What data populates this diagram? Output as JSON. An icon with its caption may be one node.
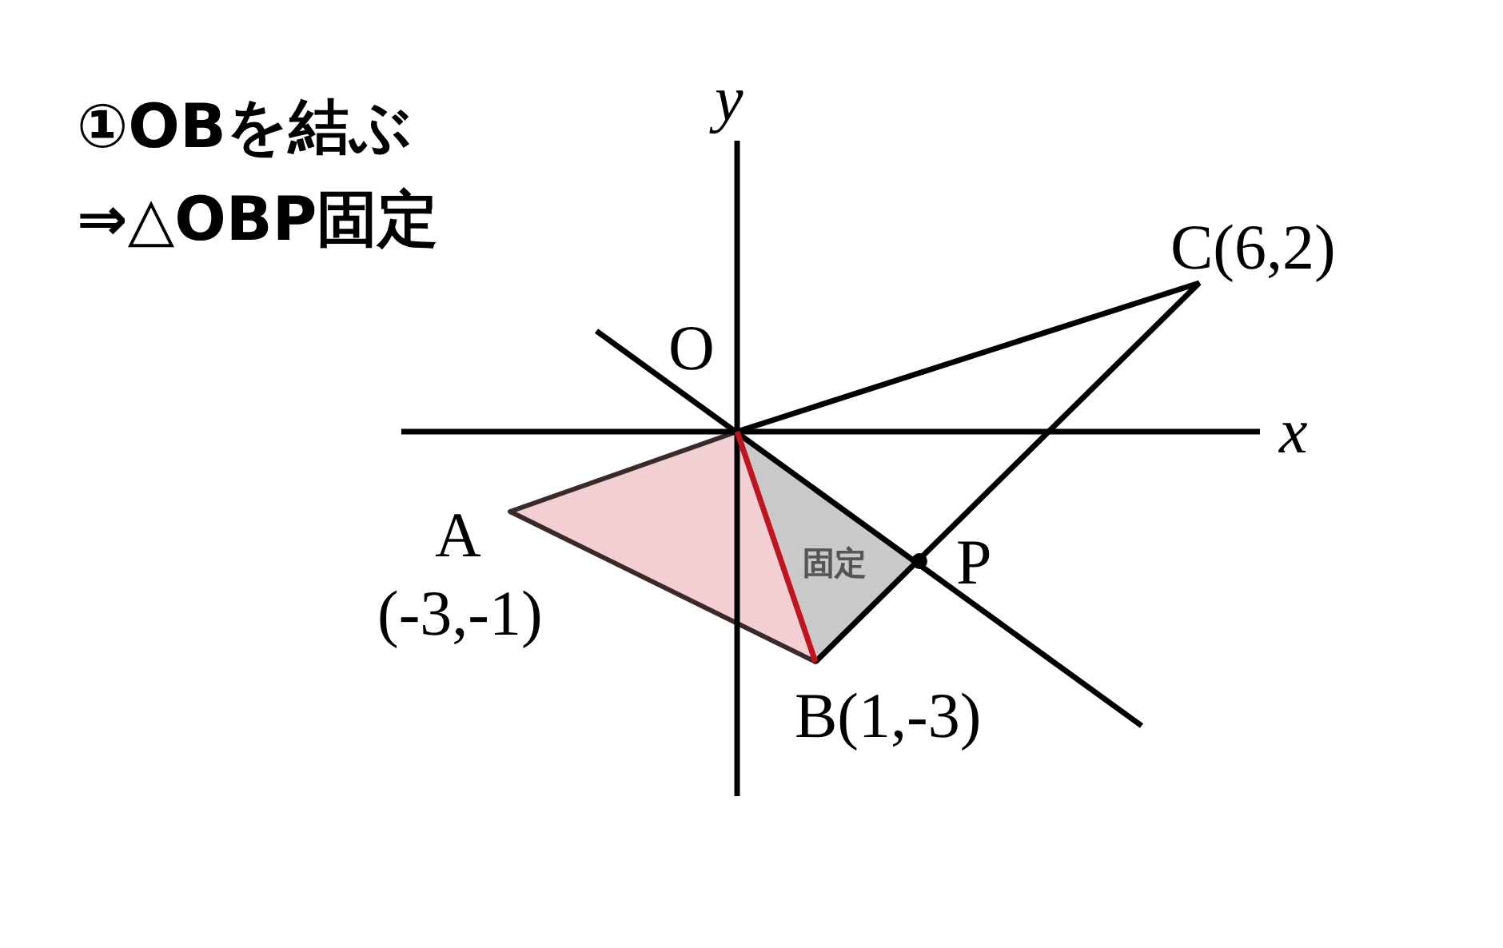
{
  "diagram": {
    "labels": [
      "①OBを結ぶ",
      "⇒△OBP固定",
      "y",
      "O",
      "C(6,2)",
      "x",
      "A",
      "(-3,-1)",
      "固定",
      "P",
      "B(1,-3)"
    ]
  }
}
